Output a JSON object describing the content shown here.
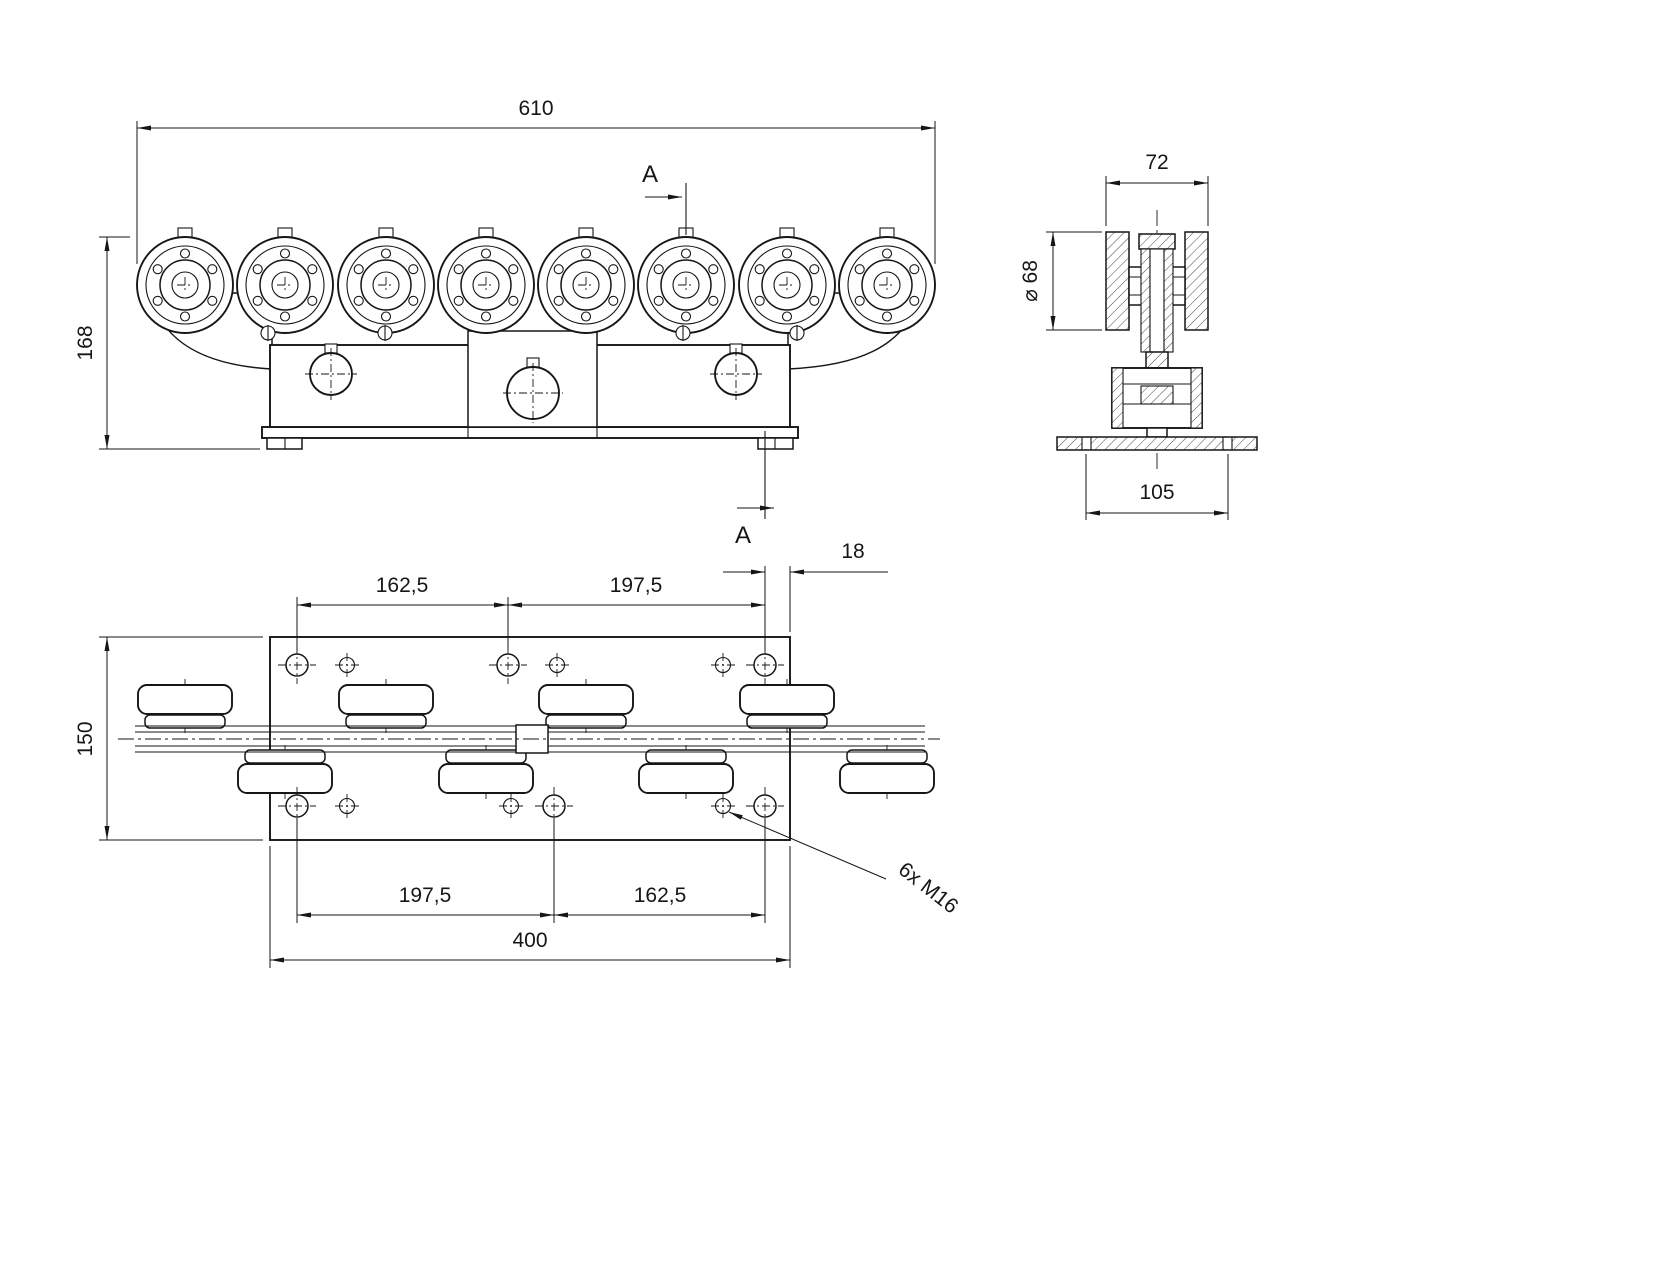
{
  "drawing": {
    "background": "#ffffff",
    "line_color": "#161616",
    "front_view": {
      "dim_width": "610",
      "dim_height": "168",
      "section_label_top": "A",
      "section_label_bottom": "A"
    },
    "side_view": {
      "dim_wheel_width": "72",
      "dim_wheel_diameter": "⌀ 68",
      "dim_base_width": "105"
    },
    "plan_view": {
      "dim_edge_offset": "18",
      "dim_top_left": "162,5",
      "dim_top_right": "197,5",
      "dim_height": "150",
      "dim_bottom_left": "197,5",
      "dim_bottom_right": "162,5",
      "dim_total_width": "400",
      "thread_note": "6x M16"
    }
  }
}
